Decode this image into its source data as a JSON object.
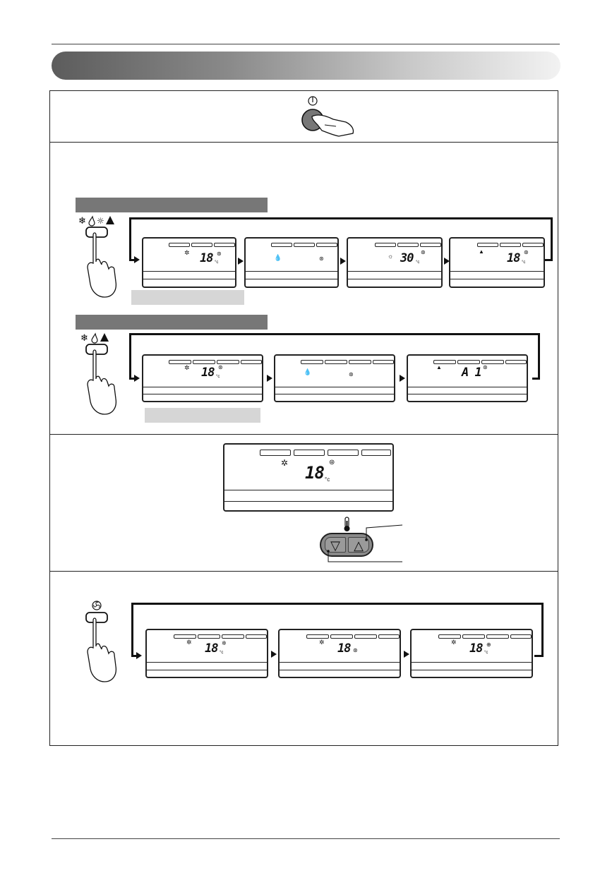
{
  "icons": {
    "power": "power-button-icon",
    "mode": "mode-button-icon",
    "fan": "fan-speed-button-icon",
    "temp": "thermometer-icon"
  },
  "sections": {
    "mode_cooling_heat_pump": {
      "panels": [
        {
          "temp": "18",
          "unit": "°c"
        },
        {
          "temp": "",
          "unit": ""
        },
        {
          "temp": "30",
          "unit": "°c"
        },
        {
          "temp": "18",
          "unit": "°c"
        }
      ]
    },
    "mode_cooling_only": {
      "panels": [
        {
          "temp": "18",
          "unit": "°c"
        },
        {
          "temp": "",
          "unit": ""
        },
        {
          "temp": "A 1",
          "unit": ""
        }
      ]
    },
    "temperature_setting": {
      "panel": {
        "temp": "18",
        "unit": "°c"
      },
      "down_glyph": "▽",
      "up_glyph": "△"
    },
    "fan_speed": {
      "panels": [
        {
          "temp": "18",
          "unit": "°c"
        },
        {
          "temp": "18",
          "unit": ""
        },
        {
          "temp": "18",
          "unit": "°c"
        }
      ]
    }
  }
}
